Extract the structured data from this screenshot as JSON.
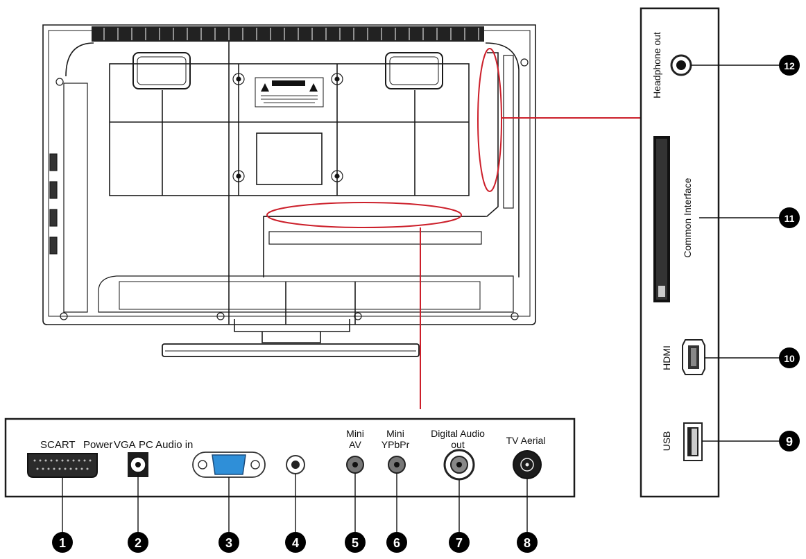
{
  "colors": {
    "callout_line": "#cc1f2a",
    "outline": "#1a1a1a",
    "vga_blue": "#2f8fd8",
    "badge_fill": "#000000",
    "badge_text": "#ffffff"
  },
  "bottom_panel": {
    "labels": {
      "scart": "SCART",
      "power": "Power",
      "vga": "VGA",
      "pc_audio": "PC Audio in",
      "mini_av_1": "Mini",
      "mini_av_2": "AV",
      "mini_ypbpr_1": "Mini",
      "mini_ypbpr_2": "YPbPr",
      "digital_audio_1": "Digital  Audio",
      "digital_audio_2": "out",
      "tv_aerial": "TV Aerial"
    }
  },
  "side_panel": {
    "labels": {
      "headphone": "Headphone out",
      "common_interface": "Common Interface",
      "hdmi": "HDMI",
      "usb": "USB"
    }
  },
  "badges": [
    "1",
    "2",
    "3",
    "4",
    "5",
    "6",
    "7",
    "8",
    "9",
    "10",
    "11",
    "12"
  ]
}
